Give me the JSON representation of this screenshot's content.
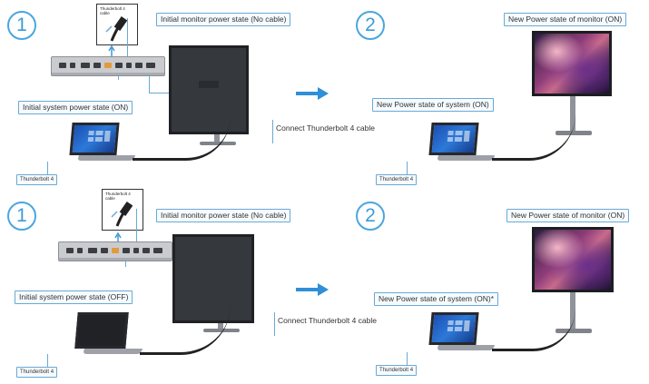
{
  "panels": [
    {
      "step_before": "1",
      "step_after": "2",
      "card_label": "Thunderbolt 4 cable",
      "monitor_initial": "Initial monitor power state (No cable)",
      "system_initial": "Initial system power state (ON)",
      "action": "Connect Thunderbolt 4 cable",
      "laptop_port_left": "Thunderbolt 4",
      "system_new": "New Power state of system (ON)",
      "monitor_new": "New Power state of monitor (ON)",
      "laptop_port_right": "Thunderbolt 4",
      "initial_laptop_state": "on"
    },
    {
      "step_before": "1",
      "step_after": "2",
      "card_label": "Thunderbolt 4 cable",
      "monitor_initial": "Initial monitor power state (No cable)",
      "system_initial": "Initial system power state (OFF)",
      "action": "Connect Thunderbolt 4 cable",
      "laptop_port_left": "Thunderbolt 4",
      "system_new": "New Power state of system (ON)*",
      "monitor_new": "New Power state of monitor (ON)",
      "laptop_port_right": "Thunderbolt 4",
      "initial_laptop_state": "off"
    }
  ],
  "colors": {
    "accent": "#3d9bd6",
    "arrow": "#2f8fd8",
    "label_border": "#6aa9d4"
  }
}
